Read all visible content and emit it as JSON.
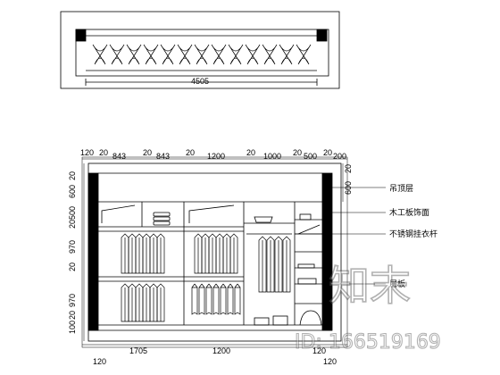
{
  "plan": {
    "total_width": "4505"
  },
  "elevation": {
    "top_dims": [
      "120",
      "20",
      "843",
      "20",
      "843",
      "20",
      "1200",
      "20",
      "1000",
      "20",
      "500",
      "20",
      "200"
    ],
    "bottom_dims": [
      "1705",
      "1200",
      "120",
      "120",
      "120"
    ],
    "left_dims": [
      "600",
      "20",
      "500",
      "20",
      "970",
      "20",
      "970",
      "20",
      "100"
    ],
    "right_dims": [
      "600",
      "20"
    ],
    "callouts": [
      "吊顶层",
      "木工板饰面",
      "不锈钢挂衣杆",
      "层板"
    ]
  },
  "watermark": {
    "logo": "知末",
    "id_text": "ID: 166519169"
  }
}
